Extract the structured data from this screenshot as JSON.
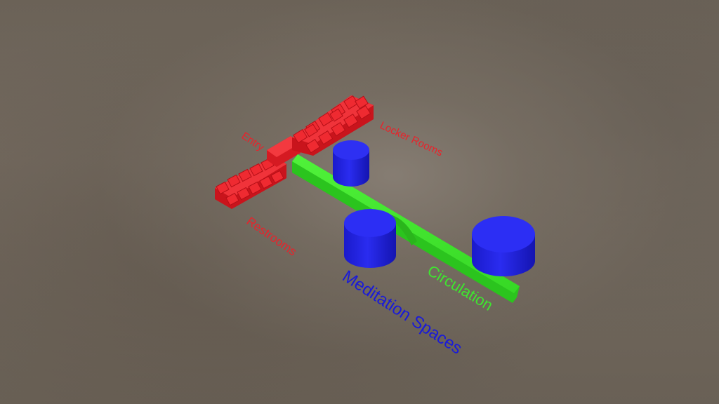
{
  "labels": {
    "entry": "Entry",
    "locker_rooms": "Locker Rooms",
    "restrooms": "Restrooms",
    "circulation": "Circulation",
    "meditation_spaces": "Meditation Spaces"
  },
  "colors": {
    "background": "#746b60",
    "program_red": "#e8232b",
    "circulation_green": "#3ee62f",
    "meditation_blue": "#1a1bd8"
  }
}
